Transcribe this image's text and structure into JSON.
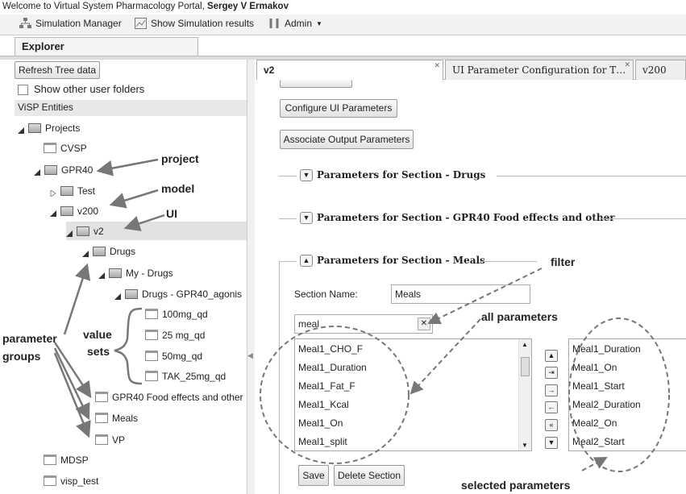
{
  "header": {
    "welcome_prefix": "Welcome to Virtual System Pharmacology Portal, ",
    "user_name": "Sergey V Ermakov"
  },
  "toolbar": {
    "simulation_manager": "Simulation Manager",
    "show_results": "Show Simulation results",
    "admin": "Admin"
  },
  "explorer_tab": "Explorer",
  "left": {
    "refresh": "Refresh Tree data",
    "show_other": "Show other user folders",
    "entities_header": "ViSP Entities",
    "tree": {
      "projects": "Projects",
      "cvsp": "CVSP",
      "gpr40": "GPR40",
      "test": "Test",
      "v200": "v200",
      "v2": "v2",
      "drugs": "Drugs",
      "my_drugs": "My - Drugs",
      "drugs_gpr40": "Drugs - GPR40_agonis",
      "vs1": "100mg_qd",
      "vs2": "25 mg_qd",
      "vs3": "50mg_qd",
      "vs4": "TAK_25mg_qd",
      "gpr40_food": "GPR40 Food effects and other",
      "meals": "Meals",
      "vp": "VP",
      "mdsp": "MDSP",
      "visp_test": "visp_test"
    }
  },
  "tabs": {
    "t1": "v2",
    "t2": "UI Parameter Configuration for T…",
    "t3": "v200"
  },
  "right": {
    "configure": "Configure UI Parameters",
    "associate": "Associate Output Parameters",
    "sec_drugs": "Parameters for Section - Drugs",
    "sec_gpr40": "Parameters for Section - GPR40 Food effects and other",
    "sec_meals": "Parameters for Section - Meals",
    "section_name_label": "Section Name:",
    "section_name_value": "Meals",
    "filter_value": "meal",
    "all_params": [
      "Meal1_CHO_F",
      "Meal1_Duration",
      "Meal1_Fat_F",
      "Meal1_Kcal",
      "Meal1_On",
      "Meal1_split"
    ],
    "selected_params": [
      "Meal1_Duration",
      "Meal1_On",
      "Meal1_Start",
      "Meal2_Duration",
      "Meal2_On",
      "Meal2_Start"
    ],
    "save": "Save",
    "delete": "Delete Section"
  },
  "annotations": {
    "project": "project",
    "model": "model",
    "ui": "UI",
    "filter": "filter",
    "all_parameters": "all parameters",
    "parameter": "parameter",
    "groups": "groups",
    "value": "value",
    "sets": "sets",
    "selected_parameters": "selected parameters"
  }
}
